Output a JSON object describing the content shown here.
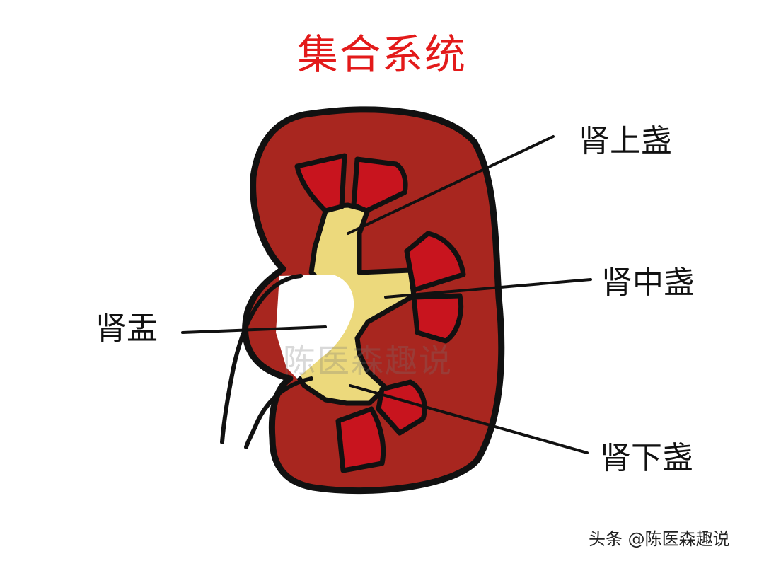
{
  "title": "集合系统",
  "labels": {
    "upper_calyx": "肾上盏",
    "middle_calyx": "肾中盏",
    "renal_pelvis": "肾盂",
    "lower_calyx": "肾下盏"
  },
  "watermark": "陈医森趣说",
  "credit": "头条 @陈医森趣说",
  "colors": {
    "title": "#e31a1a",
    "kidney_cortex": "#a8261f",
    "papilla": "#c8141e",
    "collecting_system": "#ecd97c",
    "outline": "#111111"
  }
}
